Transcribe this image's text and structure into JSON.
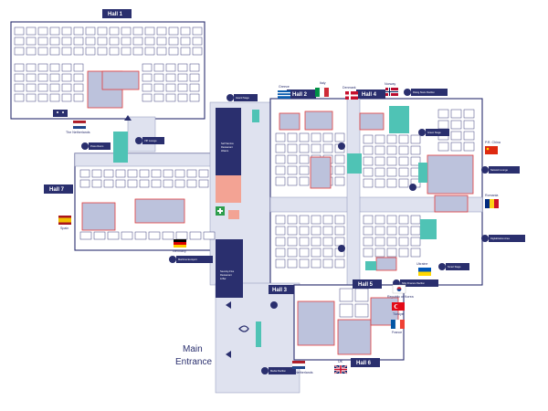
{
  "colors": {
    "navy": "#2a2f6e",
    "aisle": "#dfe2ef",
    "teal": "#4fc3b5",
    "pavilion_outline": "#e23c3c",
    "salmon": "#f3a394"
  },
  "halls": [
    "Hall 1",
    "Hall 2",
    "Hall 3",
    "Hall 4",
    "Hall 5",
    "Hall 6",
    "Hall 7"
  ],
  "areas": {
    "award_stage": "Award Stage",
    "rising_stars": "Rising Stars Pavilion",
    "green_stage": "Green Stage",
    "vip_lounge": "VIP Lounge",
    "press_room": "Press Room",
    "network_lounge": "Network Lounge",
    "digitalization_area": "Digitalization Area",
    "smart_stage": "Smart Stage",
    "ship_finance": "Ship Finance Pavilion",
    "maritime_europort": "Maritime Europort",
    "media_pavilion": "Media Pavilion"
  },
  "restaurants": {
    "self_service_1": "Self Service",
    "self_service_2": "Restaurant",
    "self_service_3": "Waters",
    "seventy_1": "Seventy-Five",
    "seventy_2": "Restaurant",
    "seventy_3": "& Bar"
  },
  "countries": {
    "netherlands_1": "The Netherlands",
    "netherlands_2": "The Netherlands",
    "greece": "Greece",
    "italy": "Italy",
    "denmark": "Denmark",
    "norway": "Norway",
    "pr_china": "P.R. China",
    "romania": "Romania",
    "spain": "Spain",
    "germany": "Germany",
    "ukraine": "Ukraine",
    "korea": "Republic of Korea",
    "turkiye": "Türkiye",
    "france": "France",
    "uk": "UK"
  },
  "entrance": {
    "line1": "Main",
    "line2": "Entrance"
  },
  "icons": [
    "info-icon",
    "restroom-icon",
    "pushchair-icon",
    "first-aid-icon",
    "camera-icon"
  ]
}
